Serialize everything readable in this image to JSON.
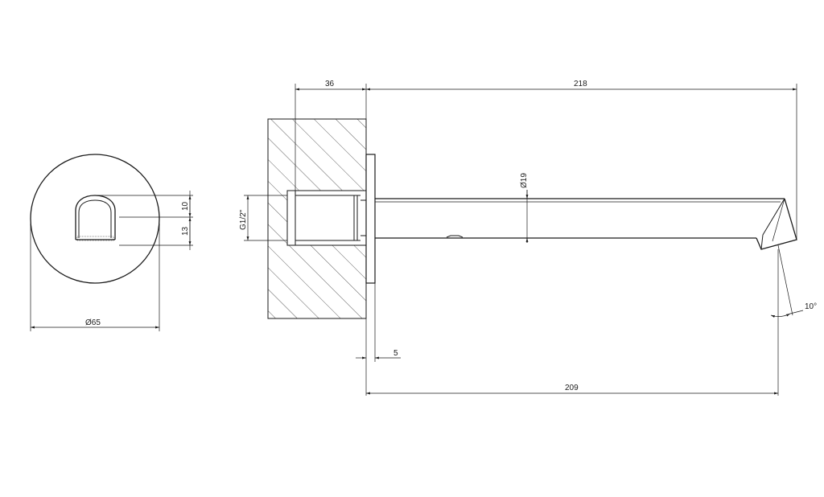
{
  "front_view": {
    "diameter_label": "Ø65",
    "dim_upper": "10",
    "dim_lower": "13"
  },
  "side_view": {
    "wall_depth": "36",
    "spout_length": "218",
    "pipe_diameter": "Ø19",
    "thread_label": "G1/2\"",
    "flange_thickness": "5",
    "projection": "209",
    "angle": "10°"
  }
}
